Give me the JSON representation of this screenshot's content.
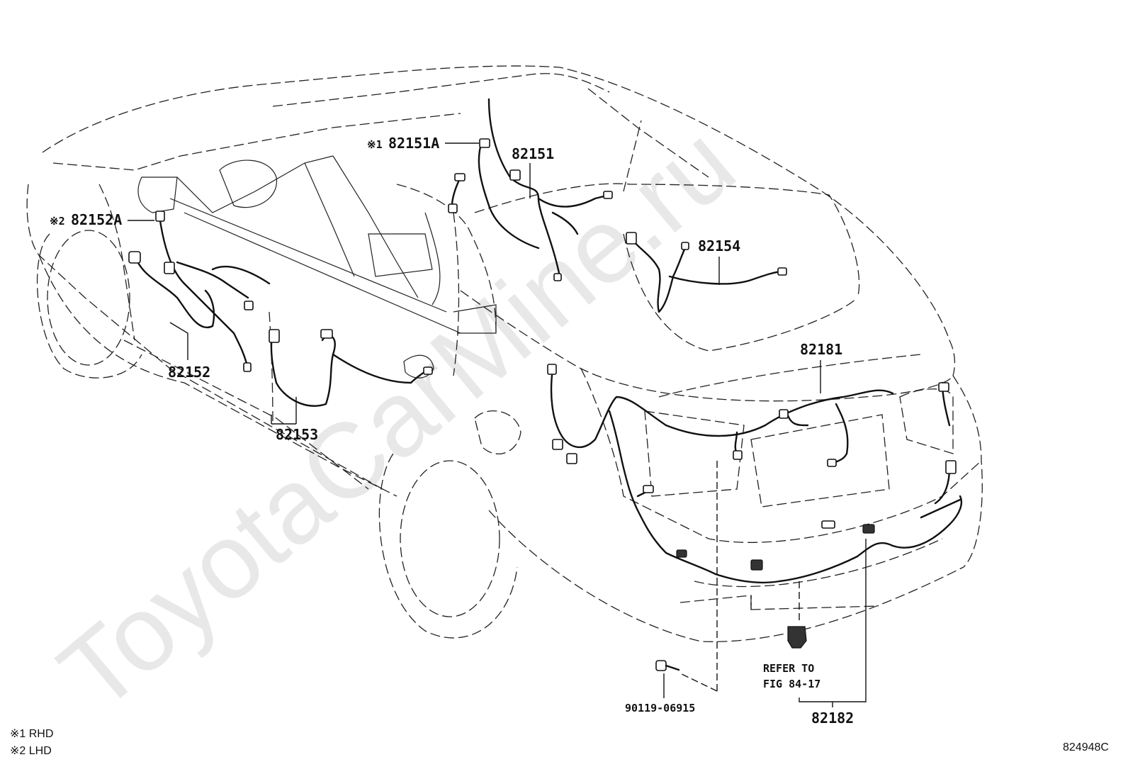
{
  "watermark": "ToyotaCarMine.ru",
  "parts": {
    "p82151A": "82151A",
    "p82151": "82151",
    "p82152A": "82152A",
    "p82152": "82152",
    "p82153": "82153",
    "p82154": "82154",
    "p82181": "82181",
    "p82182": "82182",
    "bolt": "90119-06915"
  },
  "note_marks": {
    "mark1": "※1",
    "mark2": "※2"
  },
  "refer": {
    "line1": "REFER TO",
    "line2": "FIG 84-17"
  },
  "legend": {
    "rhd": "※1 RHD",
    "lhd": "※2 LHD"
  },
  "figure_code": "824948C"
}
